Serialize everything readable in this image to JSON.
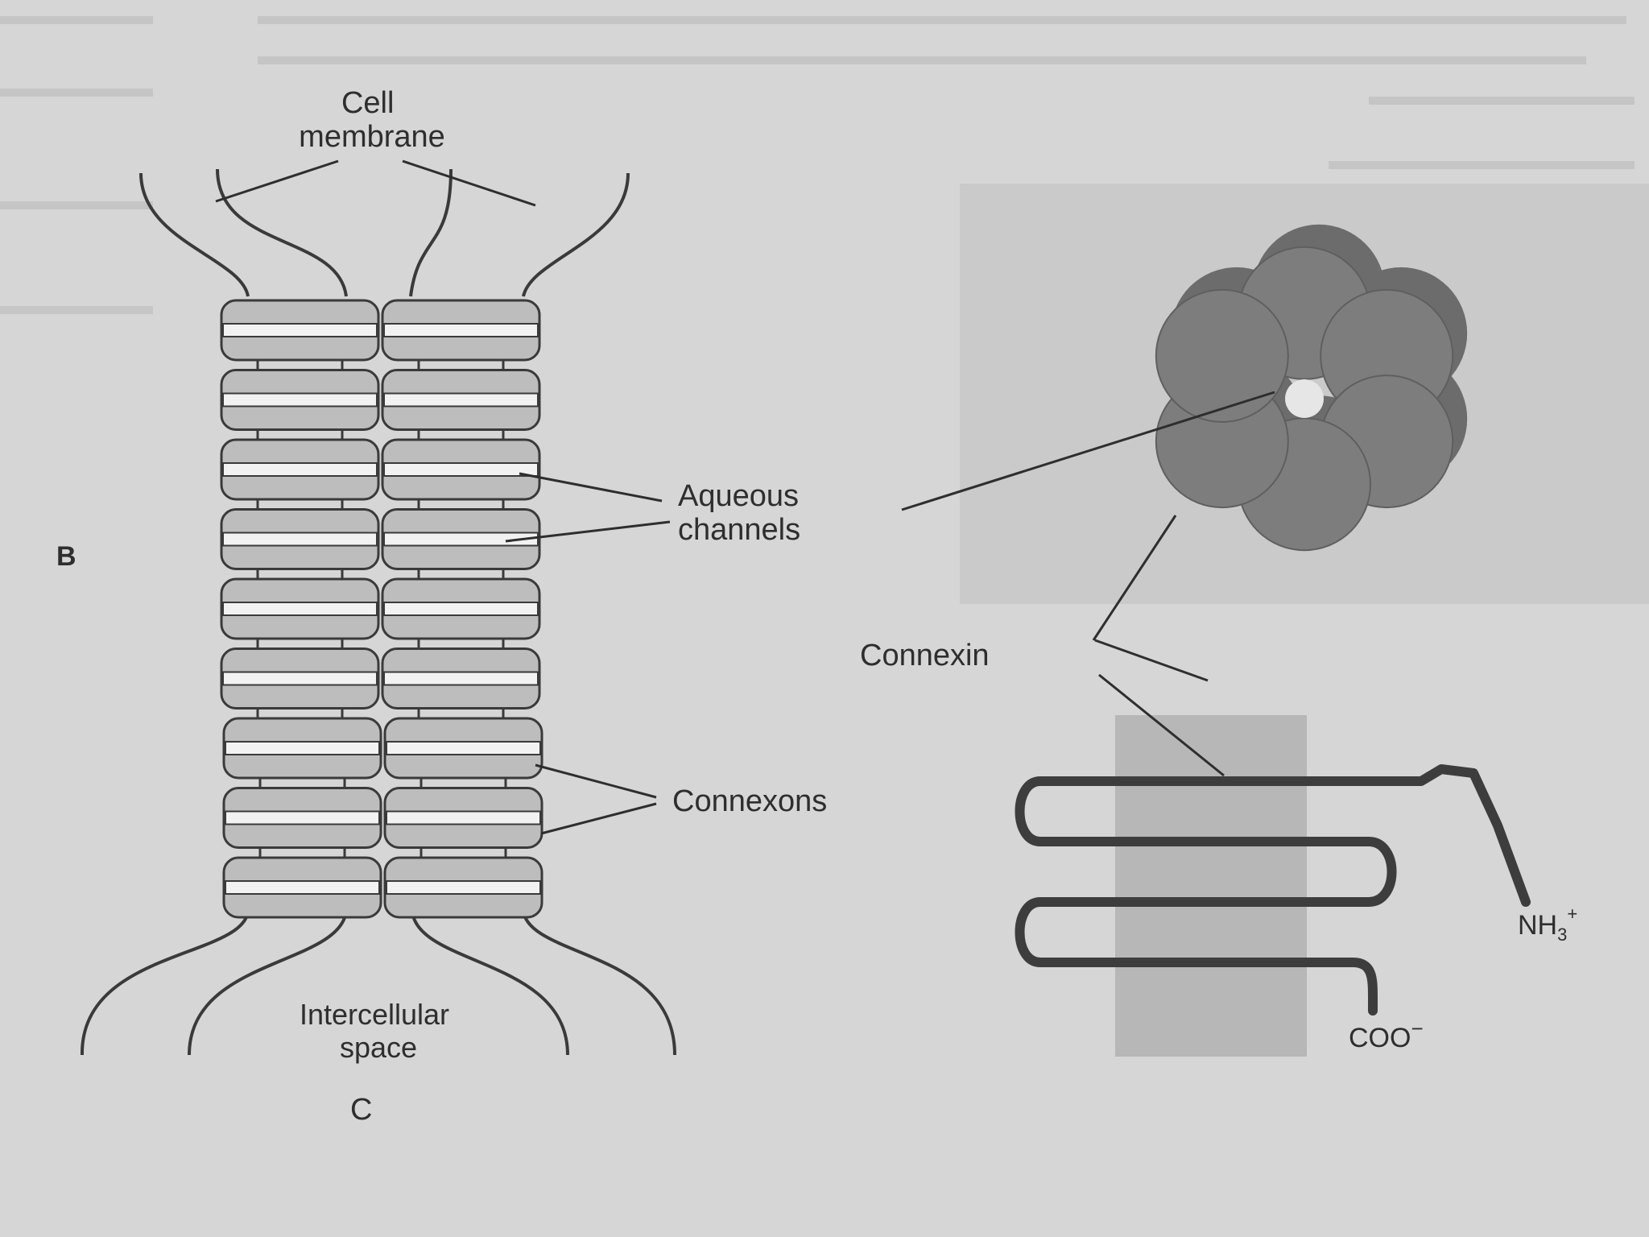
{
  "labels": {
    "cell_membrane_line1": "Cell",
    "cell_membrane_line2": "membrane",
    "aqueous_line1": "Aqueous",
    "aqueous_line2": "channels",
    "connexons": "Connexons",
    "intercellular_line1": "Intercellular",
    "intercellular_line2": "space",
    "connexin": "Connexin",
    "nh3": "NH",
    "nh3_sub": "3",
    "nh3_sup": "+",
    "coo": "COO",
    "coo_sup": "−",
    "panel_b": "B",
    "panel_c": "C"
  },
  "colors": {
    "background": "#d6d6d6",
    "connexon_fill": "#bdbdbd",
    "channel_fill": "#f2f2f2",
    "stroke": "#3a3a3a",
    "connexin_ring": "#7d7d7d",
    "photo_panel": "#c9c9c9",
    "membrane_band": "#b5b5b5"
  },
  "structure": {
    "connexon_rows": 9,
    "connexon_columns": 2,
    "connexin_subunits": 6
  }
}
